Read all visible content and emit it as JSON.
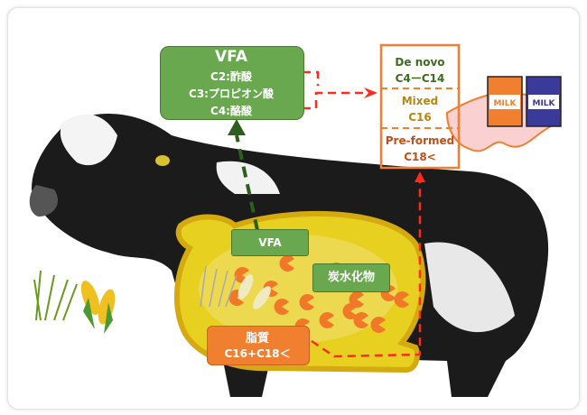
{
  "vfa_box": {
    "title": "VFA",
    "lines": [
      "C2:酢酸",
      "C3:プロピオン酸",
      "C4:酪酸"
    ],
    "color": "#6aa84f"
  },
  "milk_fat_box": {
    "sections": [
      {
        "name": "De novo",
        "range": "C4ーC14",
        "color": "#3d6b1f"
      },
      {
        "name": "Mixed",
        "range": "C16",
        "color": "#b8860b"
      },
      {
        "name": "Pre-formed",
        "range": "C18<",
        "color": "#c0501a"
      }
    ],
    "border_color": "#f08030"
  },
  "rumen": {
    "vfa_label": "VFA",
    "carb_label": "炭水化物",
    "lipid_label": "脂質",
    "lipid_range": "C16+C18＜",
    "fill_color": "#e8d020"
  },
  "milk_cartons": [
    {
      "text": "MILK",
      "color": "#f08030"
    },
    {
      "text": "MILK",
      "color": "#3a3a9a"
    }
  ],
  "arrow_colors": {
    "vfa": "#2e5e1e",
    "red": "#ff2a1a"
  }
}
